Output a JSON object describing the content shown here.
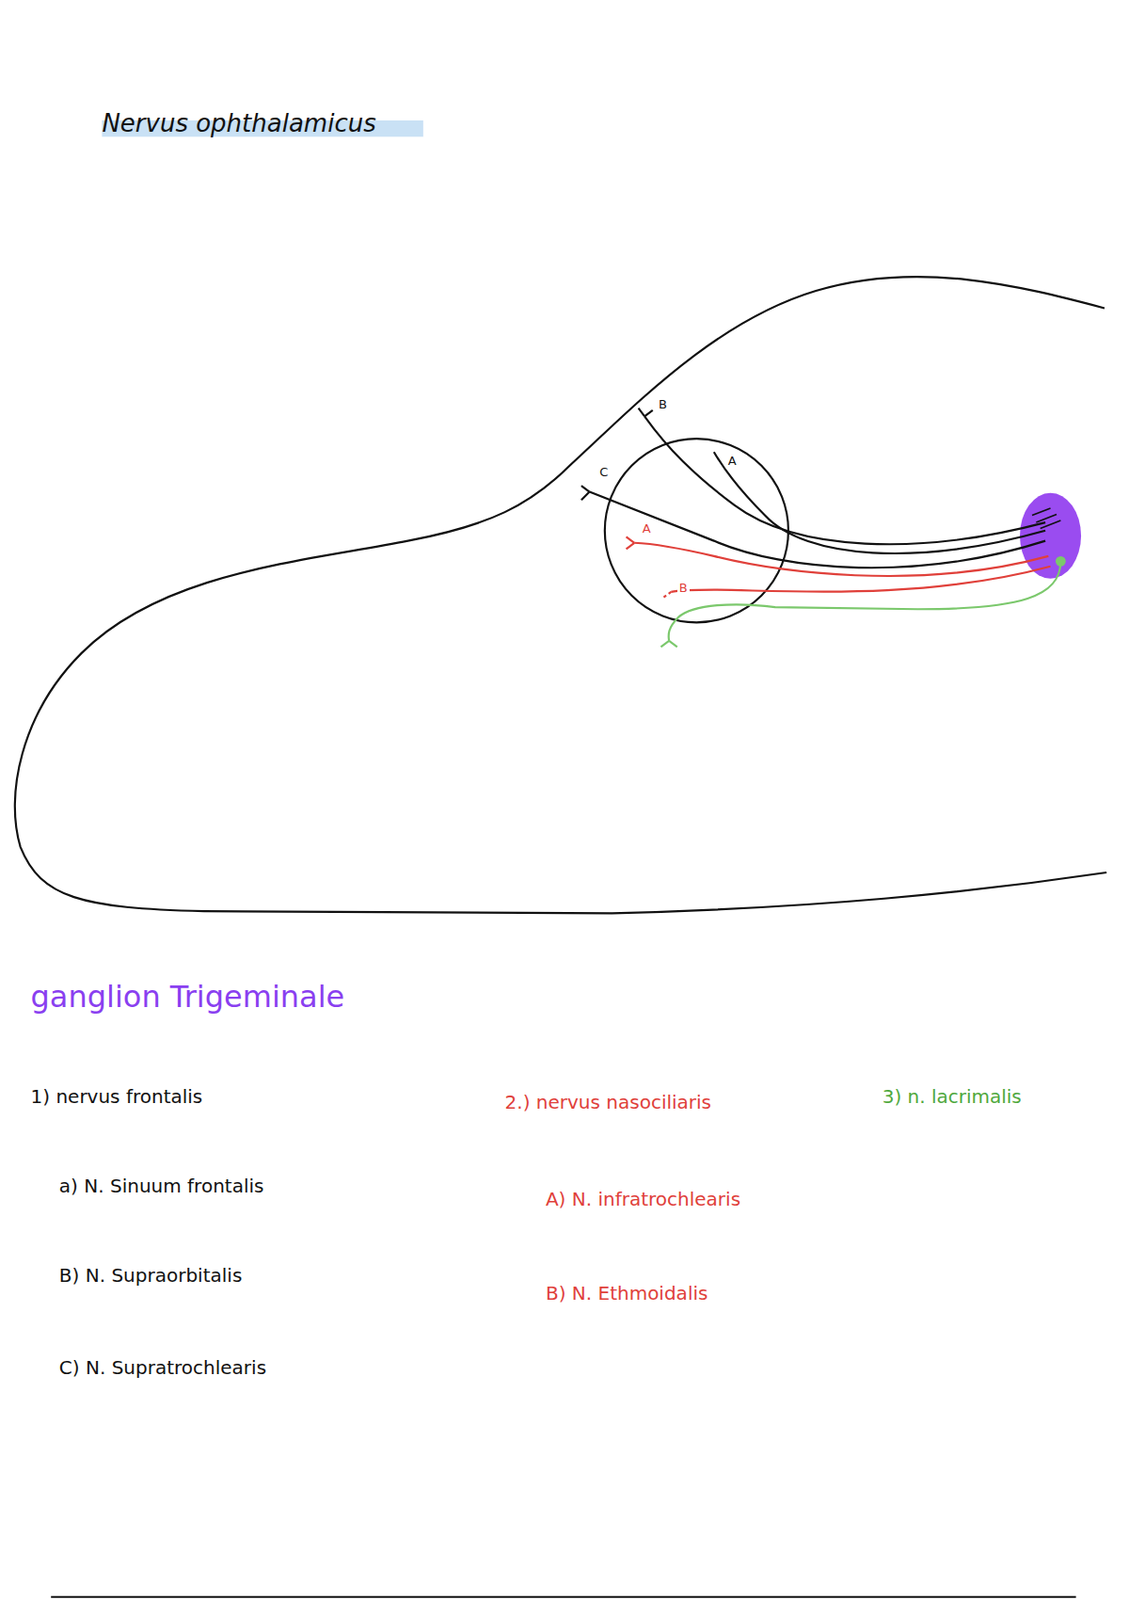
{
  "diagram": {
    "title": "Nervus ophthalamicus",
    "labels": [
      "B",
      "A",
      "C",
      "A",
      "B",
      "ganglion Trigeminale",
      "1) nervus frontalis",
      "a) N. Sinuum frontalis",
      "B) N. Supraorbitalis",
      "C) N. Supratrochlearis",
      "2.) nervus nasociliaris",
      "A) N. infratrochlearis",
      "B) N. Ethmoidalis",
      "3) n. lacrimalis"
    ]
  }
}
